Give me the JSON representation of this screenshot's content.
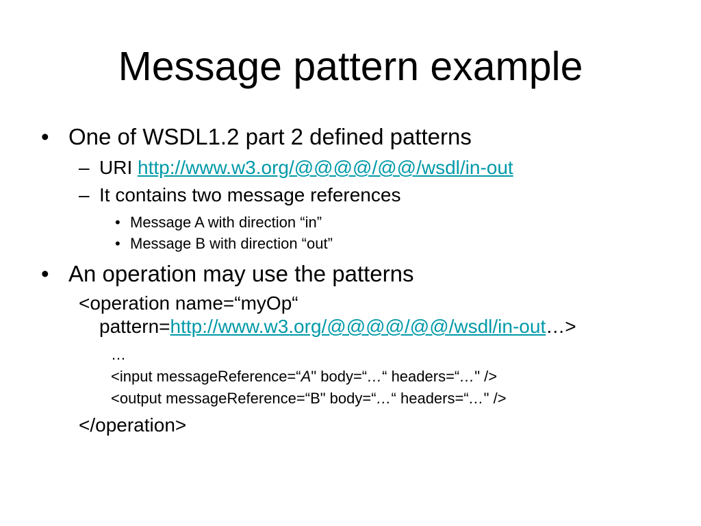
{
  "slide": {
    "title": "Message pattern example",
    "bullets": {
      "b1": {
        "marker": "•",
        "text": "One of WSDL1.2 part 2 defined patterns"
      },
      "b1_1": {
        "marker": "–",
        "prefix": "URI ",
        "link": "http://www.w3.org/@@@@/@@/wsdl/in-out"
      },
      "b1_2": {
        "marker": "–",
        "text": "It contains two message references"
      },
      "b1_2_1": {
        "marker": "•",
        "text": "Message A with direction “in”"
      },
      "b1_2_2": {
        "marker": "•",
        "text": "Message B with direction “out”"
      },
      "b2": {
        "marker": "•",
        "text": "An operation may use the patterns"
      }
    },
    "code": {
      "open_line1": "<operation name=“myOp“",
      "open_line2_prefix": "pattern=",
      "open_line2_link": "http://www.w3.org/@@@@/@@/wsdl/in-out",
      "open_line2_suffix": "…>",
      "ellipsis": "…",
      "input_part1": "<input messageReference=“",
      "input_ref": "A",
      "input_part2": "\" body=“",
      "input_body": "…",
      "input_part3": "“ headers=“",
      "input_headers": "…",
      "input_part4": "\"  />",
      "output_part1": "<output messageReference=“B\" body=“",
      "output_body": "…",
      "output_part2": "“ headers=“",
      "output_headers": "…",
      "output_part3": "\" />",
      "close": "</operation>"
    }
  }
}
